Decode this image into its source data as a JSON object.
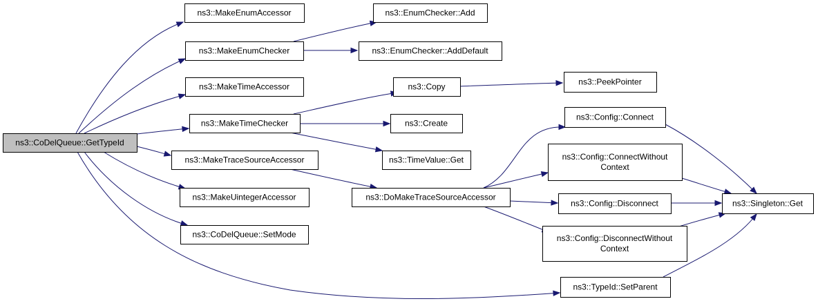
{
  "nodes": [
    {
      "id": "getTypeId",
      "lines": [
        "ns3::CoDelQueue::GetTypeId"
      ],
      "root": true
    },
    {
      "id": "makeEnumAccessor",
      "lines": [
        "ns3::MakeEnumAccessor"
      ]
    },
    {
      "id": "makeEnumChecker",
      "lines": [
        "ns3::MakeEnumChecker"
      ]
    },
    {
      "id": "makeTimeAccessor",
      "lines": [
        "ns3::MakeTimeAccessor"
      ]
    },
    {
      "id": "makeTimeChecker",
      "lines": [
        "ns3::MakeTimeChecker"
      ]
    },
    {
      "id": "makeTraceSourceAccessor",
      "lines": [
        "ns3::MakeTraceSourceAccessor"
      ]
    },
    {
      "id": "makeUintegerAccessor",
      "lines": [
        "ns3::MakeUintegerAccessor"
      ]
    },
    {
      "id": "setMode",
      "lines": [
        "ns3::CoDelQueue::SetMode"
      ]
    },
    {
      "id": "enumCheckerAdd",
      "lines": [
        "ns3::EnumChecker::Add"
      ]
    },
    {
      "id": "enumCheckerAddDefault",
      "lines": [
        "ns3::EnumChecker::AddDefault"
      ]
    },
    {
      "id": "copy",
      "lines": [
        "ns3::Copy"
      ]
    },
    {
      "id": "create",
      "lines": [
        "ns3::Create"
      ]
    },
    {
      "id": "timeValueGet",
      "lines": [
        "ns3::TimeValue::Get"
      ]
    },
    {
      "id": "doMakeTraceSourceAccessor",
      "lines": [
        "ns3::DoMakeTraceSourceAccessor"
      ]
    },
    {
      "id": "peekPointer",
      "lines": [
        "ns3::PeekPointer"
      ]
    },
    {
      "id": "configConnect",
      "lines": [
        "ns3::Config::Connect"
      ]
    },
    {
      "id": "configConnectWithoutContext",
      "lines": [
        "ns3::Config::ConnectWithout",
        "Context"
      ]
    },
    {
      "id": "configDisconnect",
      "lines": [
        "ns3::Config::Disconnect"
      ]
    },
    {
      "id": "configDisconnectWithoutContext",
      "lines": [
        "ns3::Config::DisconnectWithout",
        "Context"
      ]
    },
    {
      "id": "typeIdSetParent",
      "lines": [
        "ns3::TypeId::SetParent"
      ]
    },
    {
      "id": "singletonGet",
      "lines": [
        "ns3::Singleton::Get"
      ]
    }
  ],
  "edges": [
    {
      "from": "getTypeId",
      "to": "makeEnumAccessor"
    },
    {
      "from": "getTypeId",
      "to": "makeEnumChecker"
    },
    {
      "from": "getTypeId",
      "to": "makeTimeAccessor"
    },
    {
      "from": "getTypeId",
      "to": "makeTimeChecker"
    },
    {
      "from": "getTypeId",
      "to": "makeTraceSourceAccessor"
    },
    {
      "from": "getTypeId",
      "to": "makeUintegerAccessor"
    },
    {
      "from": "getTypeId",
      "to": "setMode"
    },
    {
      "from": "getTypeId",
      "to": "typeIdSetParent"
    },
    {
      "from": "makeEnumChecker",
      "to": "enumCheckerAdd"
    },
    {
      "from": "makeEnumChecker",
      "to": "enumCheckerAddDefault"
    },
    {
      "from": "makeTimeChecker",
      "to": "copy"
    },
    {
      "from": "makeTimeChecker",
      "to": "create"
    },
    {
      "from": "makeTimeChecker",
      "to": "timeValueGet"
    },
    {
      "from": "makeTraceSourceAccessor",
      "to": "doMakeTraceSourceAccessor"
    },
    {
      "from": "copy",
      "to": "peekPointer"
    },
    {
      "from": "doMakeTraceSourceAccessor",
      "to": "configConnect"
    },
    {
      "from": "doMakeTraceSourceAccessor",
      "to": "configConnectWithoutContext"
    },
    {
      "from": "doMakeTraceSourceAccessor",
      "to": "configDisconnect"
    },
    {
      "from": "doMakeTraceSourceAccessor",
      "to": "configDisconnectWithoutContext"
    },
    {
      "from": "configConnect",
      "to": "singletonGet"
    },
    {
      "from": "configConnectWithoutContext",
      "to": "singletonGet"
    },
    {
      "from": "configDisconnect",
      "to": "singletonGet"
    },
    {
      "from": "configDisconnectWithoutContext",
      "to": "singletonGet"
    },
    {
      "from": "typeIdSetParent",
      "to": "singletonGet"
    }
  ]
}
